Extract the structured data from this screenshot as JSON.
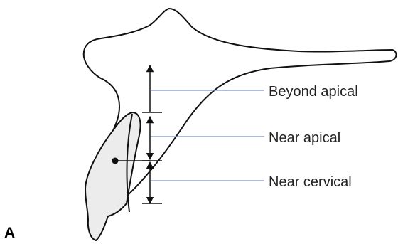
{
  "panel_letter": "A",
  "levels": {
    "beyond_apical": "Beyond apical",
    "near_apical": "Near apical",
    "near_cervical": "Near cervical"
  },
  "colors": {
    "outline": "#111111",
    "tooth_fill": "#ececec",
    "guide_line": "#7f93c6",
    "text": "#222222"
  }
}
